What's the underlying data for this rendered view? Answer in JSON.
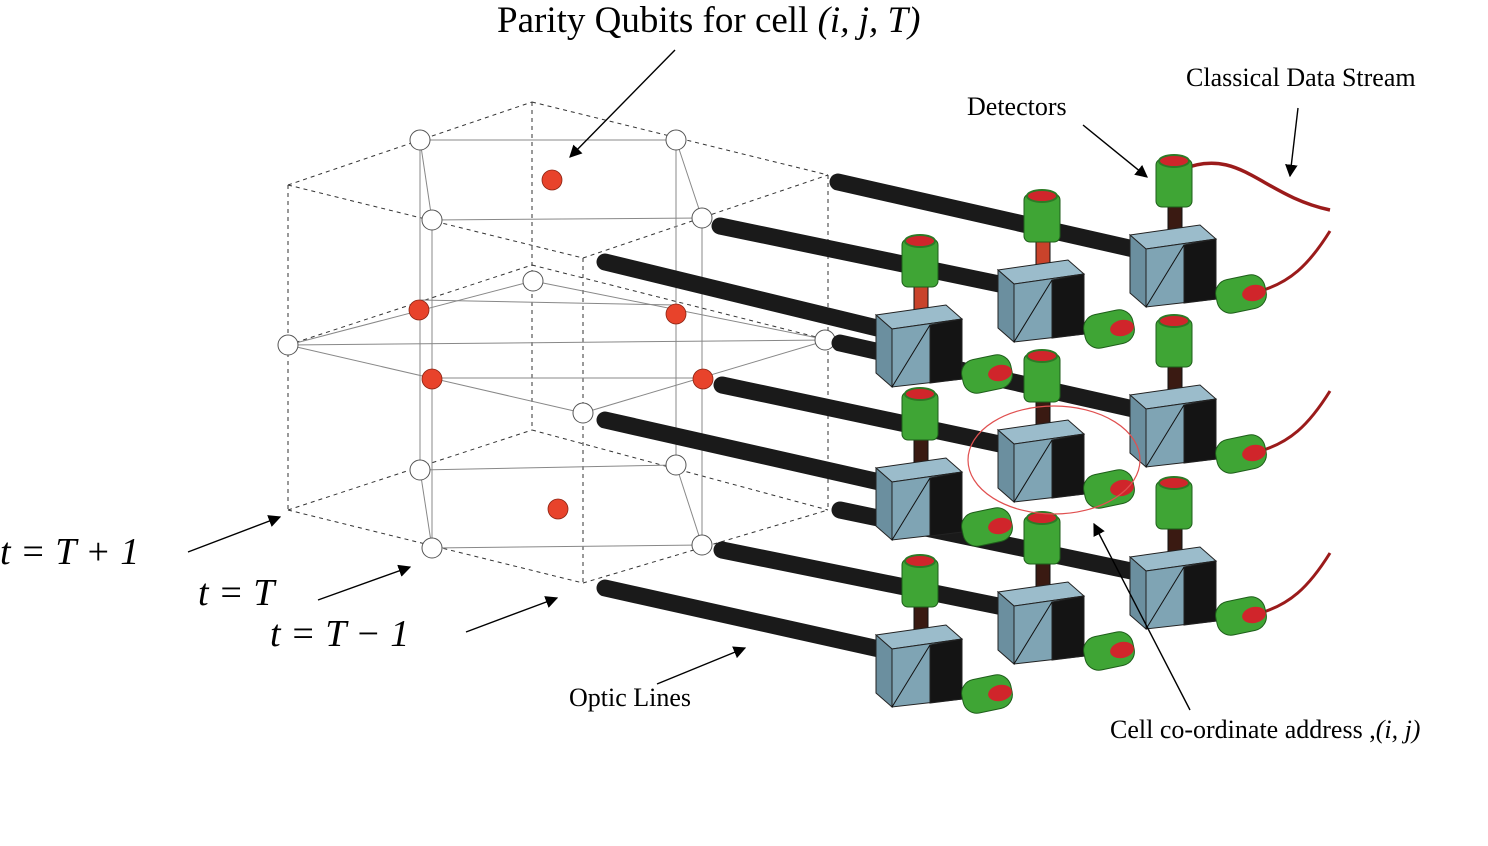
{
  "labels": {
    "title_prefix": "Parity Qubits for cell ",
    "title_vars": "(i, j, T)",
    "classical": "Classical Data Stream",
    "detectors": "Detectors",
    "optic_lines": "Optic Lines",
    "cell_address_prefix": "Cell co-ordinate address ,",
    "cell_address_vars": "(i, j)",
    "t_plus": "t = T + 1",
    "t_now": "t = T",
    "t_minus": "t = T − 1"
  },
  "colors": {
    "qubit_parity": "#e8432b",
    "qubit_open": "#ffffff",
    "fiber": "#1a1a1a",
    "cube_face": "#7fa4b4",
    "cube_side": "#141414",
    "detector_green": "#3fa535",
    "detector_red": "#d0252b",
    "classical_wire": "#9b1b1b",
    "address_ring": "#e05050"
  },
  "icons": [
    "arrow-icon",
    "detector-icon",
    "beam-splitter-cube-icon",
    "optic-fiber-icon"
  ]
}
